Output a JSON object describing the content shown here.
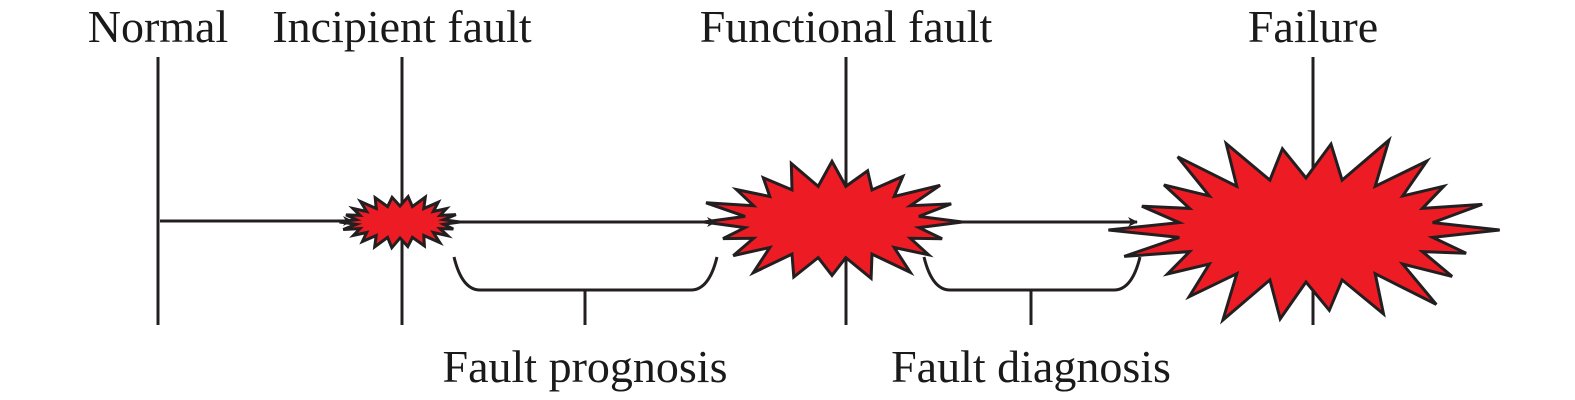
{
  "stages": {
    "normal": "Normal",
    "incipient": "Incipient fault",
    "functional": "Functional fault",
    "failure": "Failure"
  },
  "phases": {
    "prognosis": "Fault prognosis",
    "diagnosis": "Fault diagnosis"
  },
  "colors": {
    "burst_fill": "#ed1c24",
    "stroke": "#231f20"
  }
}
